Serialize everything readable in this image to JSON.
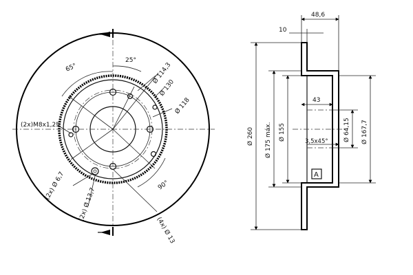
{
  "front_view": {
    "angles": {
      "a65": "65°",
      "a25": "25°",
      "a90": "90°"
    },
    "diameters": {
      "d114": "Ø 114,3",
      "d130": "Ø 130",
      "d118": "Ø 118"
    },
    "holes": {
      "thread": "(2x)M8x1,25",
      "pin": "(2x) Ø 6,7",
      "small": "(2x) Ø 13,7",
      "bolt": "(4x) Ø 13"
    }
  },
  "side_view": {
    "widths": {
      "w48": "48,6",
      "w10": "10",
      "w43": "43",
      "chamfer": "3,5x45°"
    },
    "diameters": {
      "d260": "Ø 260",
      "d175": "Ø 175 máx.",
      "d155": "Ø 155",
      "d64": "Ø 64,15",
      "d167": "Ø 167,7"
    },
    "datum": "A"
  }
}
